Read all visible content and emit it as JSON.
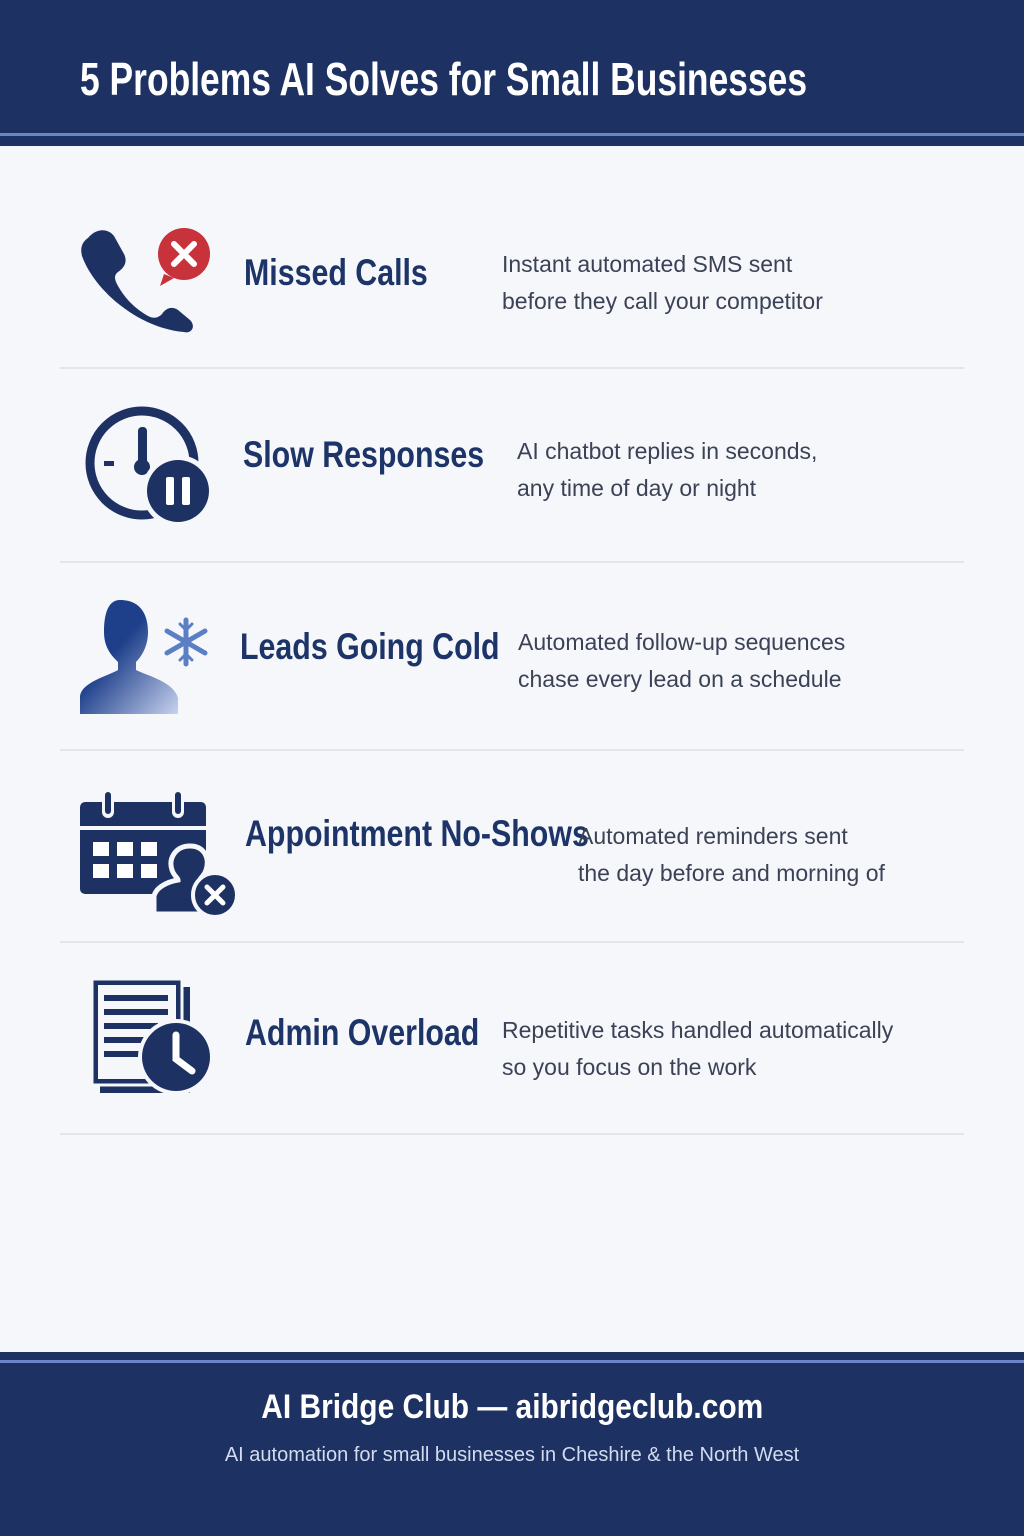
{
  "header": {
    "title": "5 Problems AI Solves for Small Businesses"
  },
  "colors": {
    "navy": "#1e3163",
    "accent_line": "#6a86c8",
    "alert_red": "#c8323a",
    "background": "#f6f7fb"
  },
  "problems": [
    {
      "title": "Missed Calls",
      "icon": "phone-missed-icon",
      "desc": [
        "Instant automated SMS sent",
        "before they call your competitor"
      ]
    },
    {
      "title": "Slow Responses",
      "icon": "clock-pause-icon",
      "desc": [
        "AI chatbot replies in seconds,",
        "any time of day or night"
      ]
    },
    {
      "title": "Leads Going Cold",
      "icon": "person-snowflake-icon",
      "desc": [
        "Automated follow-up sequences",
        "chase every lead on a schedule"
      ]
    },
    {
      "title": "Appointment No-Shows",
      "icon": "calendar-person-x-icon",
      "desc": [
        "Automated reminders sent",
        "the day before and morning of"
      ]
    },
    {
      "title": "Admin Overload",
      "icon": "document-clock-icon",
      "desc": [
        "Repetitive tasks handled automatically",
        "so you focus on the work"
      ]
    }
  ],
  "footer": {
    "title": "AI Bridge Club — aibridgeclub.com",
    "subtitle": "AI automation for small businesses in Cheshire & the North West"
  }
}
